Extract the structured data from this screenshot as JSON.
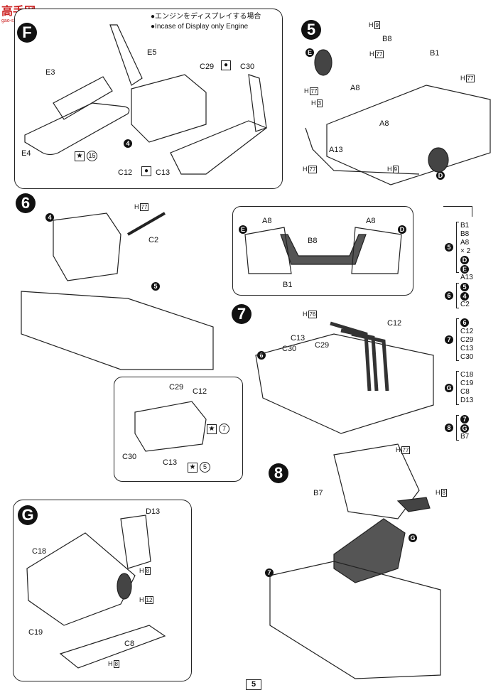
{
  "watermark": {
    "title": "高手网",
    "url": "gao-shou.com"
  },
  "panel_f": {
    "step": "F",
    "note_jp": "●エンジンをディスプレイする場合",
    "note_en": "●Incase of Display only Engine",
    "labels": {
      "e5": "E5",
      "e3": "E3",
      "e4": "E4",
      "c29": "C29",
      "c30": "C30",
      "c12": "C12",
      "c13": "C13"
    },
    "star_ref": "15",
    "dot_ref": "4"
  },
  "step5": {
    "step": "5",
    "labels": {
      "h9a": "H",
      "h9a_box": "9",
      "b8": "B8",
      "h77a": "H",
      "h77a_box": "77",
      "b1": "B1",
      "h77b": "H",
      "h77b_box": "77",
      "h77c": "H",
      "h77c_box": "77",
      "a8a": "A8",
      "h3": "H",
      "h3_box": "3",
      "a8b": "A8",
      "a13": "A13",
      "h77d": "H",
      "h77d_box": "77",
      "h9b": "H",
      "h9b_box": "9"
    },
    "dots": {
      "e": "E",
      "d": "D"
    }
  },
  "step6": {
    "step": "6",
    "labels": {
      "h77": "H",
      "h77_box": "77",
      "c2": "C2"
    },
    "dots": {
      "four": "4",
      "five": "5"
    }
  },
  "inset_b8": {
    "labels": {
      "a8_left": "A8",
      "a8_right": "A8",
      "b8": "B8",
      "b1": "B1"
    },
    "dots": {
      "e": "E",
      "d": "D"
    }
  },
  "step7": {
    "step": "7",
    "labels": {
      "h76": "H",
      "h76_box": "76",
      "c12": "C12",
      "c13": "C13",
      "c29": "C29",
      "c30": "C30"
    },
    "dots": {
      "six": "6"
    }
  },
  "inset_exhaust": {
    "labels": {
      "c29": "C29",
      "c12": "C12",
      "c30": "C30",
      "c13": "C13"
    },
    "refs": {
      "seven": "7",
      "five": "5"
    }
  },
  "summary": [
    {
      "num": "5",
      "items": [
        "B1",
        "B8",
        "A8 × 2",
        "D",
        "E",
        "A13"
      ]
    },
    {
      "num": "6",
      "items": [
        "5",
        "4",
        "C2"
      ]
    },
    {
      "num": "7",
      "items": [
        "6",
        "C12",
        "C29",
        "C13",
        "C30"
      ]
    },
    {
      "num": "G",
      "items": [
        "C18",
        "C19",
        "C8",
        "D13"
      ]
    },
    {
      "num": "8",
      "items": [
        "7",
        "G",
        "B7"
      ]
    }
  ],
  "panel_g": {
    "step": "G",
    "labels": {
      "d13": "D13",
      "c18": "C18",
      "h8a": "H",
      "h8a_box": "8",
      "h12": "H",
      "h12_box": "12",
      "c19": "C19",
      "c8": "C8",
      "h8b": "H",
      "h8b_box": "8"
    }
  },
  "step8": {
    "step": "8",
    "labels": {
      "h77": "H",
      "h77_box": "77",
      "b7": "B7",
      "h8": "H",
      "h8_box": "8"
    },
    "dots": {
      "g": "G",
      "seven": "7"
    }
  },
  "page_number": "5"
}
